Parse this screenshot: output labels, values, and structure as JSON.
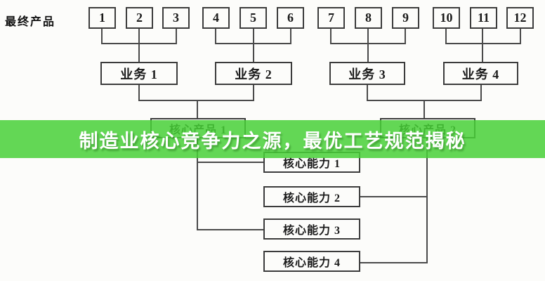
{
  "banner": {
    "text": "制造业核心竞争力之源，最优工艺规范揭秘",
    "bg_color": "#48D037",
    "text_color": "#ffffff"
  },
  "diagram": {
    "corner_label": "最终产品",
    "products": [
      "1",
      "2",
      "3",
      "4",
      "5",
      "6",
      "7",
      "8",
      "9",
      "10",
      "11",
      "12"
    ],
    "businesses": [
      "业务 1",
      "业务 2",
      "业务 3",
      "业务 4"
    ],
    "core_products": [
      "核心产品 1",
      "核心产品 2"
    ],
    "core_capabilities": [
      "核心能力 1",
      "核心能力 2",
      "核心能力 3",
      "核心能力 4"
    ]
  }
}
